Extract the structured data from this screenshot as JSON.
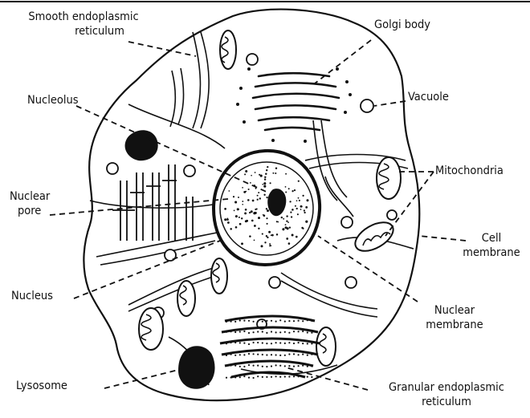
{
  "labels": {
    "smooth_er": [
      "Smooth endoplasmic",
      "reticulum"
    ],
    "golgi": "Golgi body",
    "vacuole": "Vacuole",
    "nucleolus": "Nucleolus",
    "mitochondria": "Mitochondria",
    "nuclear_pore": [
      "Nuclear",
      "pore"
    ],
    "cell_membrane": [
      "Cell",
      "membrane"
    ],
    "nucleus": "Nucleus",
    "nuclear_membrane": [
      "Nuclear",
      "membrane"
    ],
    "lysosome": "Lysosome",
    "granular_er": [
      "Granular endoplasmic",
      "reticulum"
    ]
  },
  "colors": {
    "ink": "#111111",
    "background": "#ffffff"
  }
}
